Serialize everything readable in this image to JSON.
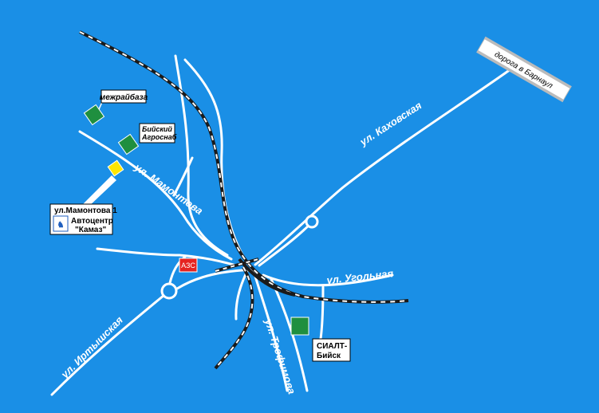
{
  "streets": {
    "kakhovskaya": "ул. Каховская",
    "ugolnaya": "ул. Угольная",
    "mamontova": "ул. Мамонтова",
    "irtyshskaya": "ул. Иртышская",
    "trofimova": "ул. Трофимова",
    "barnaul_road": "дорога в Барнаул"
  },
  "places": {
    "mezhraibaza": "межрайбаза",
    "biysk_agrosnab_line1": "Бийский",
    "biysk_agrosnab_line2": "Агроснаб",
    "address": "ул.Мамонтова 1",
    "autocenter_line1": "Автоцентр",
    "autocenter_line2": "\"Камаз\"",
    "kamaz_logo": "КАМАЗ",
    "azs": "АЗС",
    "sialt_line1": "СИАЛТ-",
    "sialt_line2": "Бийск"
  },
  "colors": {
    "background": "#1a8fe6",
    "road": "#ffffff",
    "railway": "#1a1a1a",
    "green_marker": "#1f8f3f",
    "yellow_marker": "#ffe600",
    "azs_red": "#e52421"
  }
}
